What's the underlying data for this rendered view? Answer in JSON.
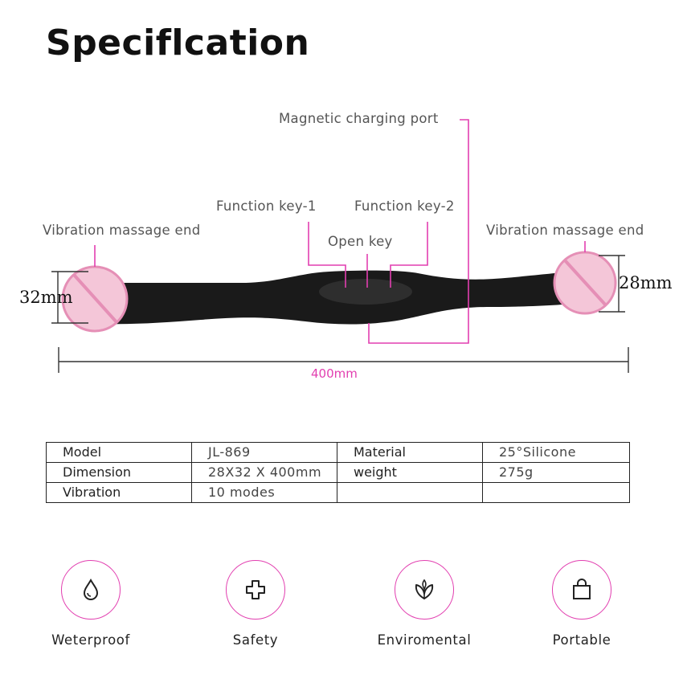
{
  "title": "Speciflcation",
  "callouts": {
    "magnetic_port": "Magnetic charging port",
    "function_key_1": "Function key-1",
    "function_key_2": "Function key-2",
    "open_key": "Open key",
    "vibration_end_left": "Vibration massage end",
    "vibration_end_right": "Vibration massage end"
  },
  "dimensions": {
    "left_diameter": "32mm",
    "right_diameter": "28mm",
    "length": "400mm"
  },
  "spec_table": {
    "rows": [
      [
        "Model",
        "JL-869",
        "Material",
        "25°Silicone"
      ],
      [
        "Dimension",
        "28X32 X 400mm",
        "weight",
        "275g"
      ],
      [
        "Vibration",
        "10 modes",
        "",
        ""
      ]
    ]
  },
  "features": [
    {
      "label": "Weterproof",
      "icon": "water-drop-icon"
    },
    {
      "label": "Safety",
      "icon": "cross-icon"
    },
    {
      "label": "Enviromental",
      "icon": "leaf-icon"
    },
    {
      "label": "Portable",
      "icon": "bag-icon"
    }
  ],
  "colors": {
    "accent": "#e23fb0",
    "censor_fill": "#f4c6d8",
    "censor_stroke": "#e58fb6",
    "body": "#1a1a1a"
  }
}
